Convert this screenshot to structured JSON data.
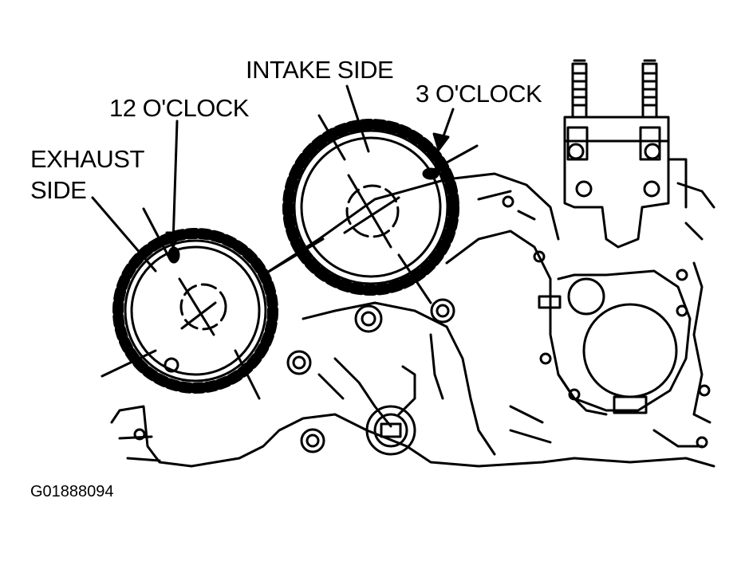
{
  "labels": {
    "intake_side": "INTAKE SIDE",
    "three_oclock": "3 O'CLOCK",
    "twelve_oclock": "12 O'CLOCK",
    "exhaust_side_line1": "EXHAUST",
    "exhaust_side_line2": "SIDE",
    "figure_code": "G01888094"
  },
  "colors": {
    "ink": "#000000",
    "paper": "#ffffff"
  }
}
